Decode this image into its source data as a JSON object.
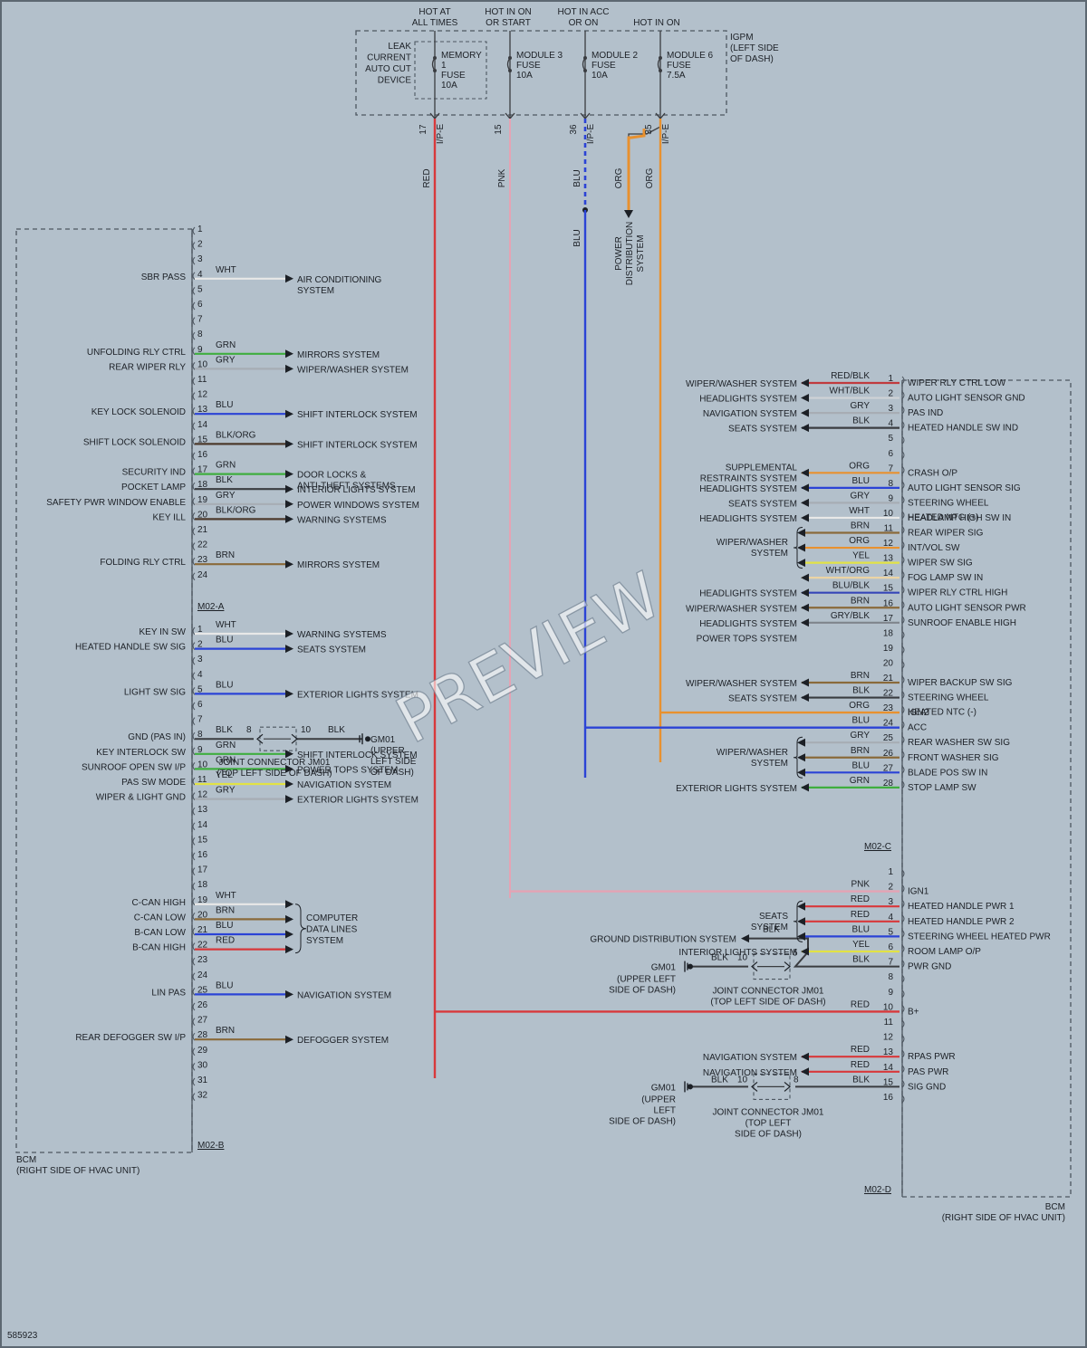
{
  "footer_code": "585923",
  "watermark": "PREVIEW",
  "wire_colors": {
    "RED": "#d8383b",
    "PNK": "#e5a3b4",
    "BLU": "#2b43d6",
    "ORG": "#e8912f",
    "WHT": "#e8e8e8",
    "GRN": "#3fae3f",
    "GRY": "#a7adb4",
    "BLK": "#3a3c40",
    "BRN": "#8a6a3a",
    "YEL": "#e2e245",
    "RED/BLK": "#c03a3e",
    "WHT/BLK": "#cfd2d6",
    "BLK/ORG": "#4c3a2c",
    "BLU/BLK": "#3646b8",
    "WHT/ORG": "#ecd4a4",
    "GRY/BLK": "#7f858c"
  },
  "ipm": {
    "headers": [
      "HOT AT",
      "ALL TIMES",
      "HOT IN ON",
      "OR START",
      "HOT IN ACC",
      "OR ON",
      "HOT IN ON"
    ],
    "label": [
      "IGPM",
      "(LEFT SIDE",
      "OF DASH)"
    ],
    "leak_cut": [
      "LEAK",
      "CURRENT",
      "AUTO CUT",
      "DEVICE"
    ],
    "fuses": [
      [
        "MEMORY",
        "1",
        "FUSE",
        "10A"
      ],
      [
        "MODULE 3",
        "FUSE",
        "10A"
      ],
      [
        "MODULE 2",
        "FUSE",
        "10A"
      ],
      [
        "MODULE 6",
        "FUSE",
        "7.5A"
      ]
    ],
    "pins": [
      "17",
      "15",
      "36",
      "35"
    ],
    "connector": "I/P-E",
    "trunk_colors": [
      "RED",
      "PNK",
      "BLU",
      "ORG",
      "ORG",
      "BLU"
    ],
    "power_dist": [
      "POWER",
      "DISTRIBUTION",
      "SYSTEM"
    ]
  },
  "left_a": {
    "connector": "M02-A",
    "pins": [
      {
        "n": "1"
      },
      {
        "n": "2"
      },
      {
        "n": "3"
      },
      {
        "n": "4",
        "c": "WHT",
        "sig": "SBR PASS",
        "to": "AIR CONDITIONING",
        "to2": "SYSTEM"
      },
      {
        "n": "5"
      },
      {
        "n": "6"
      },
      {
        "n": "7"
      },
      {
        "n": "8"
      },
      {
        "n": "9",
        "c": "GRN",
        "sig": "UNFOLDING RLY CTRL",
        "to": "MIRRORS SYSTEM"
      },
      {
        "n": "10",
        "c": "GRY",
        "sig": "REAR WIPER RLY",
        "to": "WIPER/WASHER SYSTEM"
      },
      {
        "n": "11"
      },
      {
        "n": "12"
      },
      {
        "n": "13",
        "c": "BLU",
        "sig": "KEY LOCK SOLENOID",
        "to": "SHIFT INTERLOCK SYSTEM"
      },
      {
        "n": "14"
      },
      {
        "n": "15",
        "c": "BLK/ORG",
        "sig": "SHIFT LOCK SOLENOID",
        "to": "SHIFT INTERLOCK SYSTEM"
      },
      {
        "n": "16"
      },
      {
        "n": "17",
        "c": "GRN",
        "sig": "SECURITY IND",
        "to": "DOOR LOCKS &",
        "to2": "ANTI-THEFT SYSTEMS"
      },
      {
        "n": "18",
        "c": "BLK",
        "sig": "POCKET LAMP",
        "to": "INTERIOR LIGHTS SYSTEM"
      },
      {
        "n": "19",
        "c": "GRY",
        "sig": "SAFETY PWR WINDOW ENABLE",
        "to": "POWER WINDOWS SYSTEM"
      },
      {
        "n": "20",
        "c": "BLK/ORG",
        "sig": "KEY ILL",
        "to": "WARNING SYSTEMS"
      },
      {
        "n": "21"
      },
      {
        "n": "22"
      },
      {
        "n": "23",
        "c": "BRN",
        "sig": "FOLDING RLY CTRL",
        "to": "MIRRORS SYSTEM"
      },
      {
        "n": "24"
      }
    ]
  },
  "left_b": {
    "connector": "M02-B",
    "pins": [
      {
        "n": "1",
        "c": "WHT",
        "sig": "KEY IN SW",
        "to": "WARNING SYSTEMS"
      },
      {
        "n": "2",
        "c": "BLU",
        "sig": "HEATED HANDLE SW SIG",
        "to": "SEATS SYSTEM"
      },
      {
        "n": "3"
      },
      {
        "n": "4"
      },
      {
        "n": "5",
        "c": "BLU",
        "sig": "LIGHT SW SIG",
        "to": "EXTERIOR LIGHTS SYSTEM"
      },
      {
        "n": "6"
      },
      {
        "n": "7"
      },
      {
        "n": "8",
        "c": "BLK",
        "sig": "GND (PAS IN)",
        "ground": true
      },
      {
        "n": "9",
        "c": "GRN",
        "sig": "KEY INTERLOCK SW",
        "to": "SHIFT INTERLOCK SYSTEM"
      },
      {
        "n": "10",
        "c": "GRN",
        "sig": "SUNROOF OPEN SW I/P",
        "to": "POWER TOPS SYSTEM"
      },
      {
        "n": "11",
        "c": "YEL",
        "sig": "PAS SW MODE",
        "to": "NAVIGATION SYSTEM"
      },
      {
        "n": "12",
        "c": "GRY",
        "sig": "WIPER & LIGHT GND",
        "to": "EXTERIOR LIGHTS SYSTEM"
      },
      {
        "n": "13"
      },
      {
        "n": "14"
      },
      {
        "n": "15"
      },
      {
        "n": "16"
      },
      {
        "n": "17"
      },
      {
        "n": "18"
      },
      {
        "n": "19",
        "c": "WHT",
        "sig": "C-CAN HIGH"
      },
      {
        "n": "20",
        "c": "BRN",
        "sig": "C-CAN LOW"
      },
      {
        "n": "21",
        "c": "BLU",
        "sig": "B-CAN LOW"
      },
      {
        "n": "22",
        "c": "RED",
        "sig": "B-CAN HIGH"
      },
      {
        "n": "23"
      },
      {
        "n": "24"
      },
      {
        "n": "25",
        "c": "BLU",
        "sig": "LIN PAS",
        "to": "NAVIGATION SYSTEM"
      },
      {
        "n": "26"
      },
      {
        "n": "27"
      },
      {
        "n": "28",
        "c": "BRN",
        "sig": "REAR DEFOGGER SW I/P",
        "to": "DEFOGGER SYSTEM"
      },
      {
        "n": "29"
      },
      {
        "n": "30"
      },
      {
        "n": "31"
      },
      {
        "n": "32"
      }
    ],
    "can_group": [
      "COMPUTER",
      "DATA LINES",
      "SYSTEM"
    ],
    "ground_joint": {
      "pin_a": "8",
      "pin_b": "10",
      "color": "BLK",
      "gm": "GM01",
      "gm_loc": [
        "(UPPER",
        "LEFT SIDE",
        "OF DASH)"
      ],
      "joint": [
        "JOINT CONNECTOR JM01",
        "(TOP LEFT SIDE OF DASH)"
      ]
    }
  },
  "left_bcm": [
    "BCM",
    "(RIGHT SIDE OF HVAC UNIT)"
  ],
  "right_c": {
    "connector": "M02-C",
    "pins": [
      {
        "n": "1",
        "c": "RED/BLK",
        "from": "WIPER/WASHER SYSTEM",
        "sig": "WIPER RLY CTRL LOW"
      },
      {
        "n": "2",
        "c": "WHT/BLK",
        "from": "HEADLIGHTS SYSTEM",
        "sig": "AUTO LIGHT SENSOR GND"
      },
      {
        "n": "3",
        "c": "GRY",
        "from": "NAVIGATION SYSTEM",
        "sig": "PAS IND"
      },
      {
        "n": "4",
        "c": "BLK",
        "from": "SEATS SYSTEM",
        "sig": "HEATED HANDLE SW IND"
      },
      {
        "n": "5"
      },
      {
        "n": "6"
      },
      {
        "n": "7",
        "c": "ORG",
        "from": "SUPPLEMENTAL",
        "from2": "RESTRAINTS SYSTEM",
        "sig": "CRASH O/P"
      },
      {
        "n": "8",
        "c": "BLU",
        "from": "HEADLIGHTS SYSTEM",
        "sig": "AUTO LIGHT SENSOR SIG"
      },
      {
        "n": "9",
        "c": "GRY",
        "from": "SEATS SYSTEM",
        "sig": "STEERING WHEEL",
        "sig2": "HEATED NTC (+)"
      },
      {
        "n": "10",
        "c": "WHT",
        "from": "HEADLIGHTS SYSTEM",
        "sig": "HEADLAMP HIGH SW IN"
      },
      {
        "n": "11",
        "c": "BRN",
        "sig": "REAR WIPER SIG",
        "grp": "ww1"
      },
      {
        "n": "12",
        "c": "ORG",
        "sig": "INT/VOL SW",
        "grp": "ww1"
      },
      {
        "n": "13",
        "c": "YEL",
        "sig": "WIPER SW SIG",
        "grp": "ww1"
      },
      {
        "n": "14",
        "c": "WHT/ORG",
        "sig": "FOG LAMP SW IN"
      },
      {
        "n": "15",
        "c": "BLU/BLK",
        "from": "HEADLIGHTS SYSTEM",
        "sig": "WIPER RLY CTRL HIGH"
      },
      {
        "n": "16",
        "c": "BRN",
        "from": "WIPER/WASHER SYSTEM",
        "sig": "AUTO LIGHT SENSOR PWR"
      },
      {
        "n": "17",
        "c": "GRY/BLK",
        "from": "HEADLIGHTS SYSTEM",
        "sig": "SUNROOF ENABLE HIGH"
      },
      {
        "n": "18",
        "from": "POWER TOPS SYSTEM"
      },
      {
        "n": "19"
      },
      {
        "n": "20"
      },
      {
        "n": "21",
        "c": "BRN",
        "from": "WIPER/WASHER SYSTEM",
        "sig": "WIPER BACKUP SW SIG"
      },
      {
        "n": "22",
        "c": "BLK",
        "from": "SEATS SYSTEM",
        "sig": "STEERING WHEEL",
        "sig2": "HEATED NTC (-)"
      },
      {
        "n": "23",
        "c": "ORG",
        "sig": "IGN2",
        "feed": "ORG"
      },
      {
        "n": "24",
        "c": "BLU",
        "sig": "ACC",
        "feed": "BLU"
      },
      {
        "n": "25",
        "c": "GRY",
        "sig": "REAR WASHER SW SIG",
        "grp": "ww2"
      },
      {
        "n": "26",
        "c": "BRN",
        "sig": "FRONT WASHER SIG",
        "grp": "ww2"
      },
      {
        "n": "27",
        "c": "BLU",
        "sig": "BLADE POS SW IN",
        "grp": "ww2"
      },
      {
        "n": "28",
        "c": "GRN",
        "from": "EXTERIOR LIGHTS SYSTEM",
        "sig": "STOP LAMP SW"
      }
    ],
    "group_ww1": [
      "WIPER/WASHER",
      "SYSTEM"
    ],
    "group_ww2": [
      "WIPER/WASHER",
      "SYSTEM"
    ]
  },
  "right_d": {
    "connector": "M02-D",
    "pins": [
      {
        "n": "1"
      },
      {
        "n": "2",
        "c": "PNK",
        "sig": "IGN1",
        "feed": "PNK"
      },
      {
        "n": "3",
        "c": "RED",
        "sig": "HEATED HANDLE PWR 1",
        "grp": "seat"
      },
      {
        "n": "4",
        "c": "RED",
        "sig": "HEATED HANDLE PWR 2",
        "grp": "seat"
      },
      {
        "n": "5",
        "c": "BLU",
        "sig": "STEERING WHEEL HEATED PWR",
        "grp": "seat"
      },
      {
        "n": "6",
        "c": "YEL",
        "from": "INTERIOR LIGHTS SYSTEM",
        "sig": "ROOM LAMP O/P"
      },
      {
        "n": "7",
        "c": "BLK",
        "sig": "PWR GND",
        "ground": true
      },
      {
        "n": "8"
      },
      {
        "n": "9"
      },
      {
        "n": "10",
        "c": "RED",
        "sig": "B+",
        "feed": "RED"
      },
      {
        "n": "11"
      },
      {
        "n": "12"
      },
      {
        "n": "13",
        "c": "RED",
        "from": "NAVIGATION SYSTEM",
        "sig": "RPAS PWR"
      },
      {
        "n": "14",
        "c": "RED",
        "from": "NAVIGATION SYSTEM",
        "sig": "PAS PWR"
      },
      {
        "n": "15",
        "c": "BLK",
        "sig": "SIG GND",
        "ground": true
      },
      {
        "n": "16"
      }
    ],
    "group_seat": [
      "SEATS",
      "SYSTEM"
    ],
    "ground_dist": "GROUND DISTRIBUTION SYSTEM",
    "ground_dist_color": "BLK",
    "joint1": {
      "pin_a": "10",
      "pin_b": "5",
      "color": "BLK",
      "gm": "GM01",
      "gm_loc": [
        "(UPPER LEFT",
        "SIDE OF DASH)"
      ],
      "joint": [
        "JOINT CONNECTOR JM01",
        "(TOP LEFT SIDE OF DASH)"
      ]
    },
    "joint2": {
      "pin_a": "10",
      "pin_b": "8",
      "color": "BLK",
      "gm": "GM01",
      "gm_loc": [
        "(UPPER",
        "LEFT",
        "SIDE OF DASH)"
      ],
      "joint": [
        "JOINT CONNECTOR JM01",
        "(TOP LEFT",
        "SIDE OF DASH)"
      ]
    }
  },
  "right_bcm": [
    "BCM",
    "(RIGHT SIDE OF HVAC UNIT)"
  ]
}
